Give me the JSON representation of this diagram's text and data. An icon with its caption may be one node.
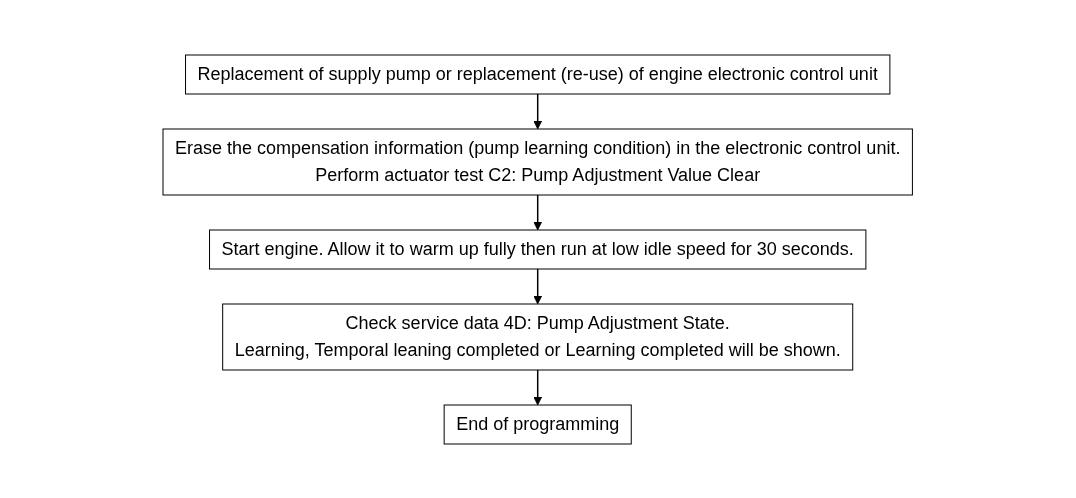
{
  "diagram": {
    "nodes": [
      {
        "text": [
          "Replacement of supply pump or replacement (re-use) of engine electronic control unit"
        ]
      },
      {
        "text": [
          "Erase the compensation information (pump learning condition) in the electronic control unit.",
          "Perform actuator test C2: Pump Adjustment Value Clear"
        ]
      },
      {
        "text": [
          "Start engine. Allow it to warm up fully then run at low idle speed for 30 seconds."
        ]
      },
      {
        "text": [
          "Check service data 4D: Pump Adjustment State.",
          "Learning, Temporal leaning completed or Learning completed will be shown."
        ]
      },
      {
        "text": [
          "End of programming"
        ]
      }
    ],
    "edges": [
      {
        "from": 0,
        "to": 1,
        "arrow": "to"
      },
      {
        "from": 1,
        "to": 2,
        "arrow": "to"
      },
      {
        "from": 2,
        "to": 3,
        "arrow": "to"
      },
      {
        "from": 3,
        "to": 4,
        "arrow": "to"
      }
    ]
  }
}
